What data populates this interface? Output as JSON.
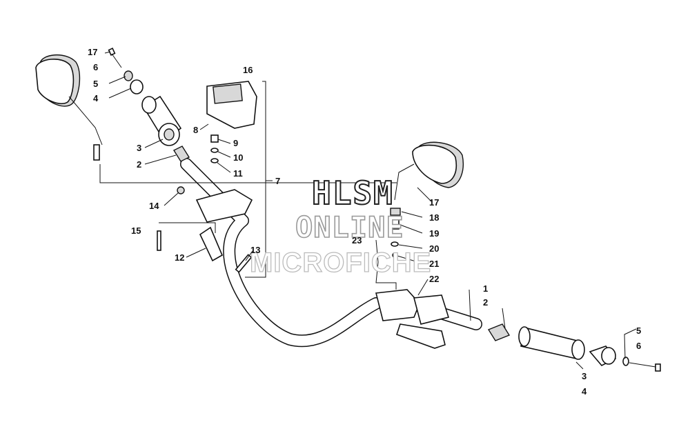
{
  "watermark": {
    "line1": "HLSM",
    "line2": "ONLINE",
    "line3": "MICROFICHE"
  },
  "callouts": {
    "c17a": "17",
    "c6a": "6",
    "c5a": "5",
    "c4a": "4",
    "c16": "16",
    "c8": "8",
    "c9": "9",
    "c10": "10",
    "c11": "11",
    "c3a": "3",
    "c2a": "2",
    "c7": "7",
    "c14": "14",
    "c15": "15",
    "c12": "12",
    "c13": "13",
    "c17b": "17",
    "c18": "18",
    "c19": "19",
    "c20": "20",
    "c21": "21",
    "c23": "23",
    "c22": "22",
    "c1": "1",
    "c2b": "2",
    "c5b": "5",
    "c6b": "6",
    "c3b": "3",
    "c4b": "4"
  }
}
